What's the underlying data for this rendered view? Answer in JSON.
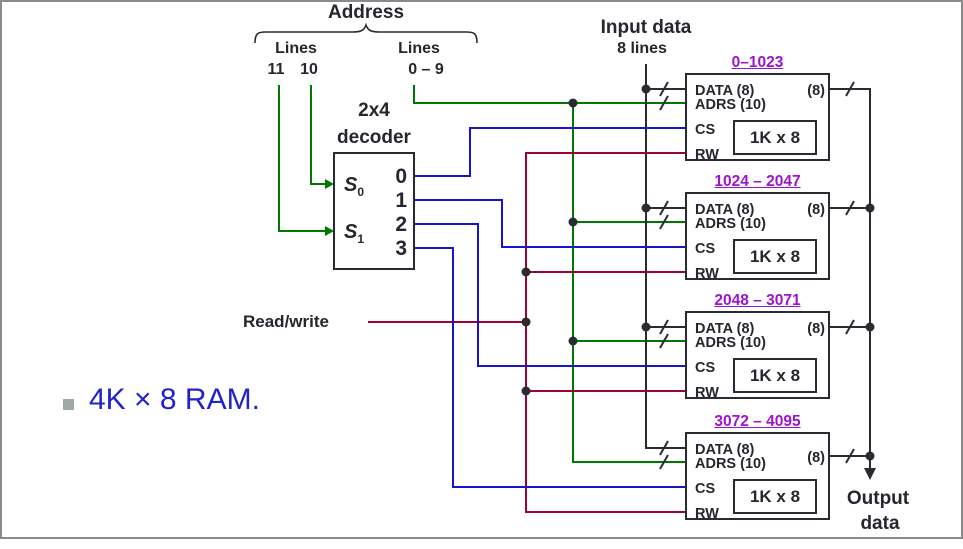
{
  "colors": {
    "wire_black": "#2a2a33",
    "wire_green": "#007700",
    "wire_blue": "#1515ce",
    "wire_maroon": "#a00038",
    "range_purple": "#9c14cc",
    "bullet_blue": "#2222cc",
    "bullet_square": "#9fa8a3",
    "frame_gray": "#8a8a8a"
  },
  "labels": {
    "address": "Address",
    "lines_left": "Lines",
    "lines_right": "Lines",
    "bit11": "11",
    "bit10": "10",
    "bits_low": "0 – 9",
    "input_data": "Input data",
    "input_lines": "8 lines",
    "read_write": "Read/write",
    "output_line1": "Output",
    "output_line2": "data"
  },
  "decoder": {
    "title_line1": "2x4",
    "title_line2": "decoder",
    "s0_base": "S",
    "s0_sub": "0",
    "s1_base": "S",
    "s1_sub": "1",
    "outputs": [
      "0",
      "1",
      "2",
      "3"
    ]
  },
  "chips": [
    {
      "range": "0–1023",
      "data_label": "DATA (8)",
      "adrs_label": "ADRS (10)",
      "cs_label": "CS",
      "rw_label": "RW",
      "size_label": "1K x 8",
      "out_width": "(8)"
    },
    {
      "range": "1024 – 2047",
      "data_label": "DATA (8)",
      "adrs_label": "ADRS (10)",
      "cs_label": "CS",
      "rw_label": "RW",
      "size_label": "1K x 8",
      "out_width": "(8)"
    },
    {
      "range": "2048 – 3071",
      "data_label": "DATA (8)",
      "adrs_label": "ADRS (10)",
      "cs_label": "CS",
      "rw_label": "RW",
      "size_label": "1K x 8",
      "out_width": "(8)"
    },
    {
      "range": "3072 – 4095",
      "data_label": "DATA (8)",
      "adrs_label": "ADRS (10)",
      "cs_label": "CS",
      "rw_label": "RW",
      "size_label": "1K x 8",
      "out_width": "(8)"
    }
  ],
  "caption": {
    "bullet_text": "4K × 8 RAM."
  }
}
